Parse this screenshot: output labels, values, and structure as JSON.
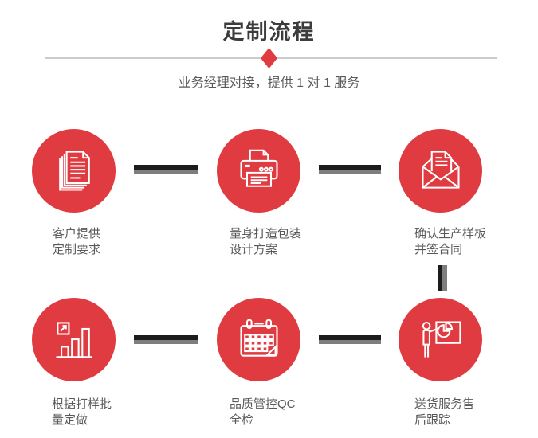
{
  "header": {
    "title": "定制流程",
    "subtitle": "业务经理对接，提供 1 对 1 服务"
  },
  "steps": [
    {
      "icon": "documents-icon",
      "label_line1": "客户提供",
      "label_line2": "定制要求"
    },
    {
      "icon": "printer-icon",
      "label_line1": "量身打造包装",
      "label_line2": "设计方案"
    },
    {
      "icon": "envelope-icon",
      "label_line1": "确认生产样板",
      "label_line2": "并签合同"
    },
    {
      "icon": "bar-chart-icon",
      "label_line1": "根据打样批",
      "label_line2": "量定做"
    },
    {
      "icon": "calendar-icon",
      "label_line1": "品质管控QC",
      "label_line2": "全检"
    },
    {
      "icon": "presenter-icon",
      "label_line1": "送货服务售",
      "label_line2": "后跟踪"
    }
  ],
  "colors": {
    "accent_red": "#e03b40",
    "connector_black": "#1c1c1c",
    "connector_gray": "#7e7e7e",
    "divider_gray": "#cbcbcb",
    "title_text": "#3c3c3c",
    "body_text": "#595959",
    "icon_stroke": "#ffffff"
  }
}
